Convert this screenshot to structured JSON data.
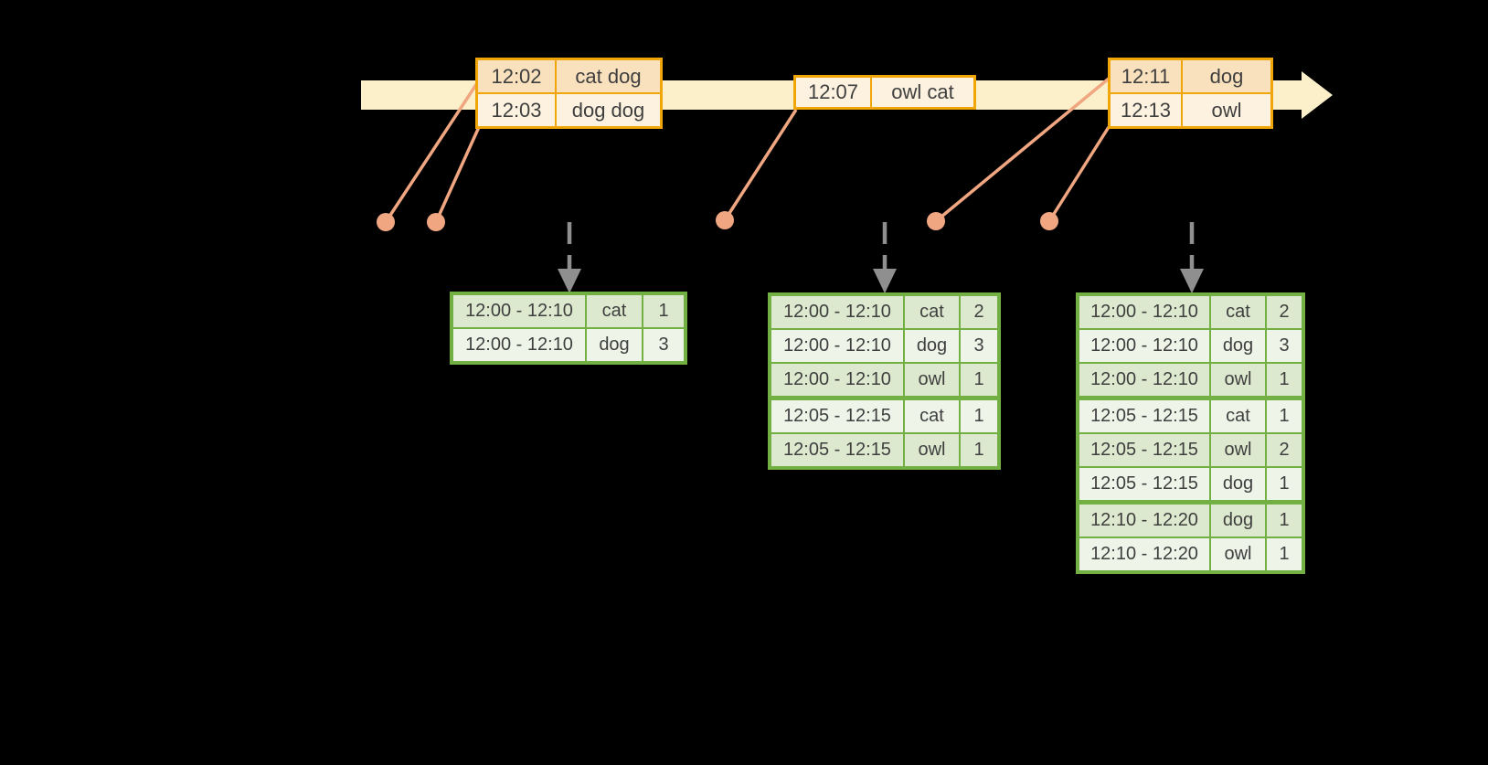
{
  "colors": {
    "background": "#000000",
    "timeline_band": "#FBF0C9",
    "event_border": "#F0A609",
    "event_row_dark": "#F9E1BE",
    "event_row_light": "#FCF2DF",
    "connector": "#F0A781",
    "dashed_arrow": "#8F8F8F",
    "table_border": "#72B044",
    "table_row_dark": "#DDE9CE",
    "table_row_light": "#EFF4E9",
    "cell_text": "#3F3F3F"
  },
  "timeline": {
    "event_boxes": [
      {
        "rows": [
          {
            "time": "12:02",
            "words": "cat dog",
            "shade": "dark"
          },
          {
            "time": "12:03",
            "words": "dog dog",
            "shade": "light"
          }
        ]
      },
      {
        "rows": [
          {
            "time": "12:07",
            "words": "owl cat",
            "shade": "light"
          }
        ]
      },
      {
        "rows": [
          {
            "time": "12:11",
            "words": "dog",
            "shade": "dark"
          },
          {
            "time": "12:13",
            "words": "owl",
            "shade": "light"
          }
        ]
      }
    ]
  },
  "result_tables": [
    {
      "rows": [
        [
          "12:00 - 12:10",
          "cat",
          "1"
        ],
        [
          "12:00 - 12:10",
          "dog",
          "3"
        ]
      ]
    },
    {
      "rows": [
        [
          "12:00 - 12:10",
          "cat",
          "2"
        ],
        [
          "12:00 - 12:10",
          "dog",
          "3"
        ],
        [
          "12:00 - 12:10",
          "owl",
          "1"
        ],
        [
          "12:05 - 12:15",
          "cat",
          "1"
        ],
        [
          "12:05 - 12:15",
          "owl",
          "1"
        ]
      ]
    },
    {
      "rows": [
        [
          "12:00 - 12:10",
          "cat",
          "2"
        ],
        [
          "12:00 - 12:10",
          "dog",
          "3"
        ],
        [
          "12:00 - 12:10",
          "owl",
          "1"
        ],
        [
          "12:05 - 12:15",
          "cat",
          "1"
        ],
        [
          "12:05 - 12:15",
          "owl",
          "2"
        ],
        [
          "12:05 - 12:15",
          "dog",
          "1"
        ],
        [
          "12:10 - 12:20",
          "dog",
          "1"
        ],
        [
          "12:10 - 12:20",
          "owl",
          "1"
        ]
      ]
    }
  ]
}
